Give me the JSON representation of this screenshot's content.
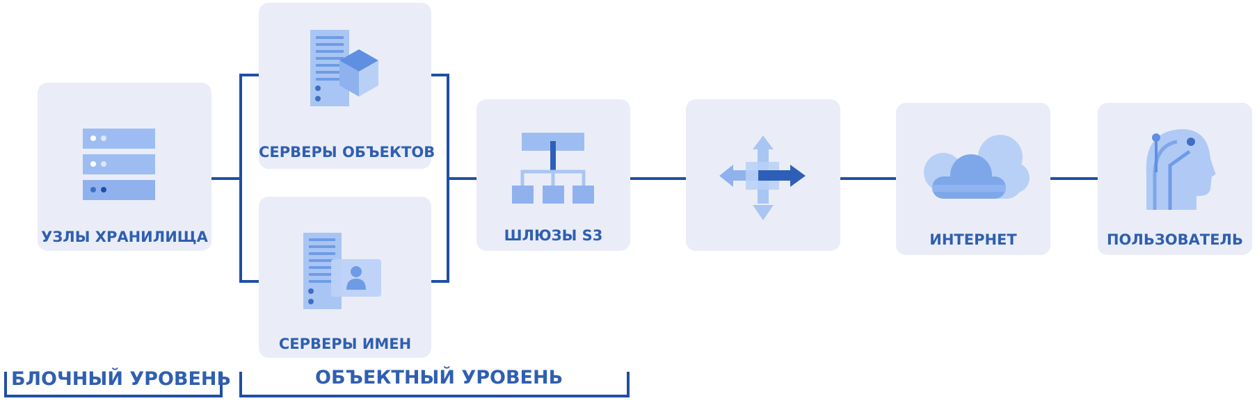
{
  "nodes": {
    "storage_nodes": {
      "label": "УЗЛЫ ХРАНИЛИЩА",
      "icon": "storage-node-icon"
    },
    "object_servers": {
      "label": "СЕРВЕРЫ ОБЪЕКТОВ",
      "icon": "object-server-icon"
    },
    "name_servers": {
      "label": "СЕРВЕРЫ ИМЕН",
      "icon": "name-server-icon"
    },
    "s3_gateways": {
      "label": "ШЛЮЗЫ S3",
      "icon": "gateway-tree-icon"
    },
    "balancer": {
      "label": "",
      "icon": "move-arrows-icon"
    },
    "internet": {
      "label": "ИНТЕРНЕТ",
      "icon": "cloud-icon"
    },
    "user": {
      "label": "ПОЛЬЗОВАТЕЛЬ",
      "icon": "user-head-icon"
    }
  },
  "levels": {
    "block": "БЛОЧНЫЙ УРОВЕНЬ",
    "object": "ОБЪЕКТНЫЙ УРОВЕНЬ"
  },
  "colors": {
    "line": "#1f4fa5",
    "card": "#eaedf7",
    "label": "#2f5fb0",
    "icon_light": "#b5cef5",
    "icon_mid": "#7ea7ea",
    "icon_dark": "#3f6fc4"
  }
}
